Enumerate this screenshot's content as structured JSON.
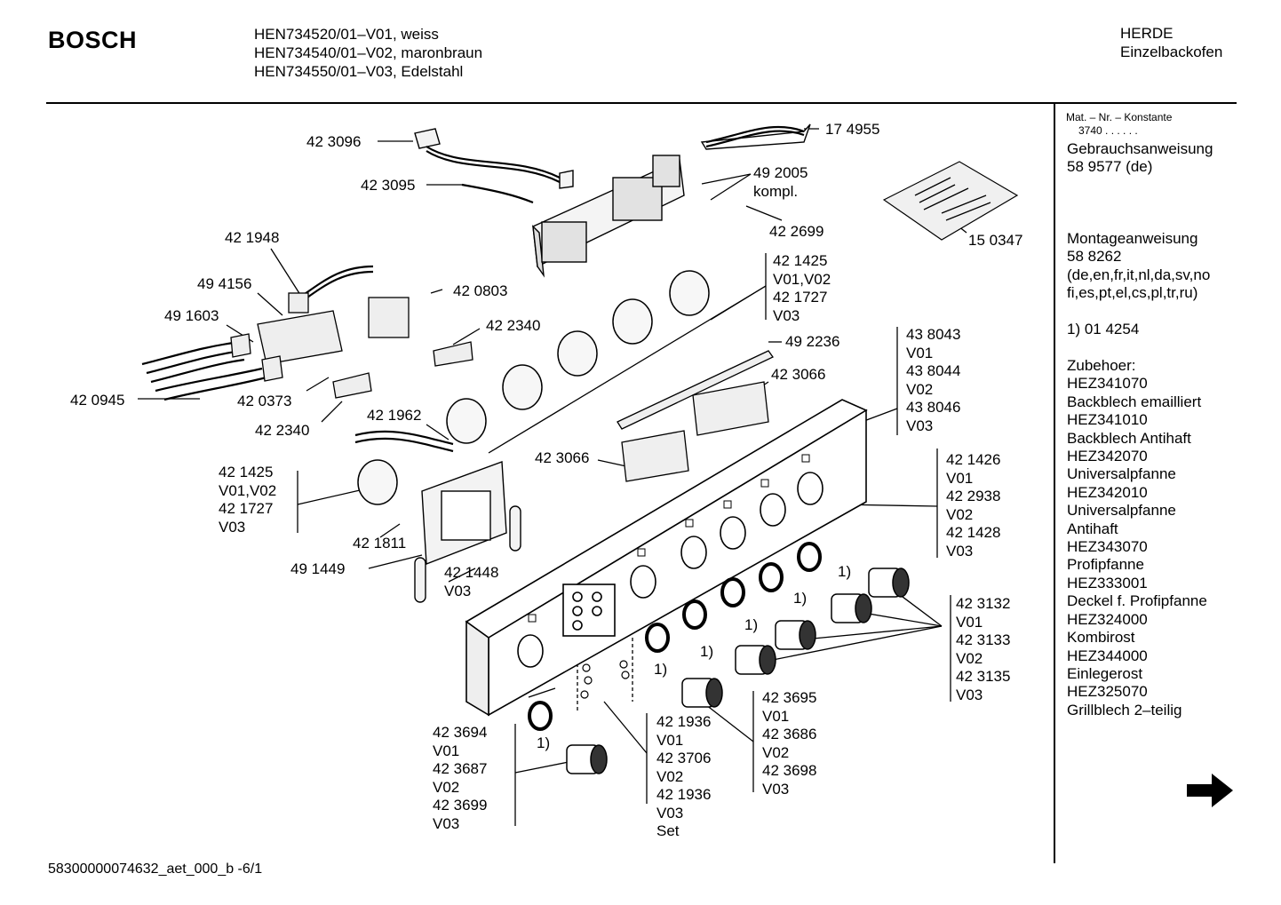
{
  "header": {
    "brand": "BOSCH",
    "models": [
      "HEN734520/01–V01, weiss",
      "HEN734540/01–V02, maronbraun",
      "HEN734550/01–V03, Edelstahl"
    ],
    "category": [
      "HERDE",
      "Einzelbackofen"
    ]
  },
  "sidebar": {
    "mat_title": "Mat. – Nr. – Konstante",
    "mat_value": "3740 . . . . . .",
    "lines_a": [
      "Gebrauchsanweisung",
      "58 9577 (de)"
    ],
    "lines_b": [
      "Montageanweisung",
      "58 8262",
      "(de,en,fr,it,nl,da,sv,no",
      "fi,es,pt,el,cs,pl,tr,ru)"
    ],
    "note": "1) 01 4254",
    "accessories_title": "Zubehoer:",
    "accessories": [
      "HEZ341070",
      "Backblech emailliert",
      "HEZ341010",
      "Backblech Antihaft",
      "HEZ342070",
      "Universalpfanne",
      "HEZ342010",
      "Universalpfanne",
      "Antihaft",
      "HEZ343070",
      "Profipfanne",
      "HEZ333001",
      "Deckel f. Profipfanne",
      "HEZ324000",
      "Kombirost",
      "HEZ344000",
      "Einlegerost",
      "HEZ325070",
      "Grillblech 2–teilig"
    ]
  },
  "footer": {
    "doc_id": "58300000074632_aet_000_b -6/1"
  },
  "labels": {
    "p423096": "42 3096",
    "p423095": "42 3095",
    "p174955": "17 4955",
    "p492005": [
      "49 2005",
      "kompl."
    ],
    "p150347": "15 0347",
    "p422699": "42 2699",
    "p421948": "42 1948",
    "p494156": "49 4156",
    "p420803": "42 0803",
    "p491603": "49 1603",
    "p422340a": "42 2340",
    "p420945": "42 0945",
    "p420373": "42 0373",
    "p422340b": "42 2340",
    "p421962": "42 1962",
    "knob_ring_top": [
      "42 1425",
      "V01,V02",
      "42 1727",
      "V03"
    ],
    "p492236": "49 2236",
    "p423066a": "42 3066",
    "p423066b": "42 3066",
    "panel": [
      "43 8043",
      "V01",
      "43 8044",
      "V02",
      "43 8046",
      "V03"
    ],
    "panel_plate": [
      "42 1426",
      "V01",
      "42 2938",
      "V02",
      "42 1428",
      "V03"
    ],
    "knob_ring_left": [
      "42 1425",
      "V01,V02",
      "42 1727",
      "V03"
    ],
    "p421811": "42 1811",
    "p491449": "49 1449",
    "p421448": [
      "42 1448",
      "V03"
    ],
    "knobs_right": [
      "42  3132",
      "V01",
      "42 3133",
      "V02",
      "42 3135",
      "V03"
    ],
    "knob_mid": [
      "42 3695",
      "V01",
      "42 3686",
      "V02",
      "42 3698",
      "V03"
    ],
    "screws": [
      "42 1936",
      "V01",
      "42 3706",
      "V02",
      "42 1936",
      "V03",
      "Set"
    ],
    "knob_left": [
      "42 3694",
      "V01",
      "42 3687",
      "V02",
      "42 3699",
      "V03"
    ],
    "footnote_mark": "1)"
  }
}
